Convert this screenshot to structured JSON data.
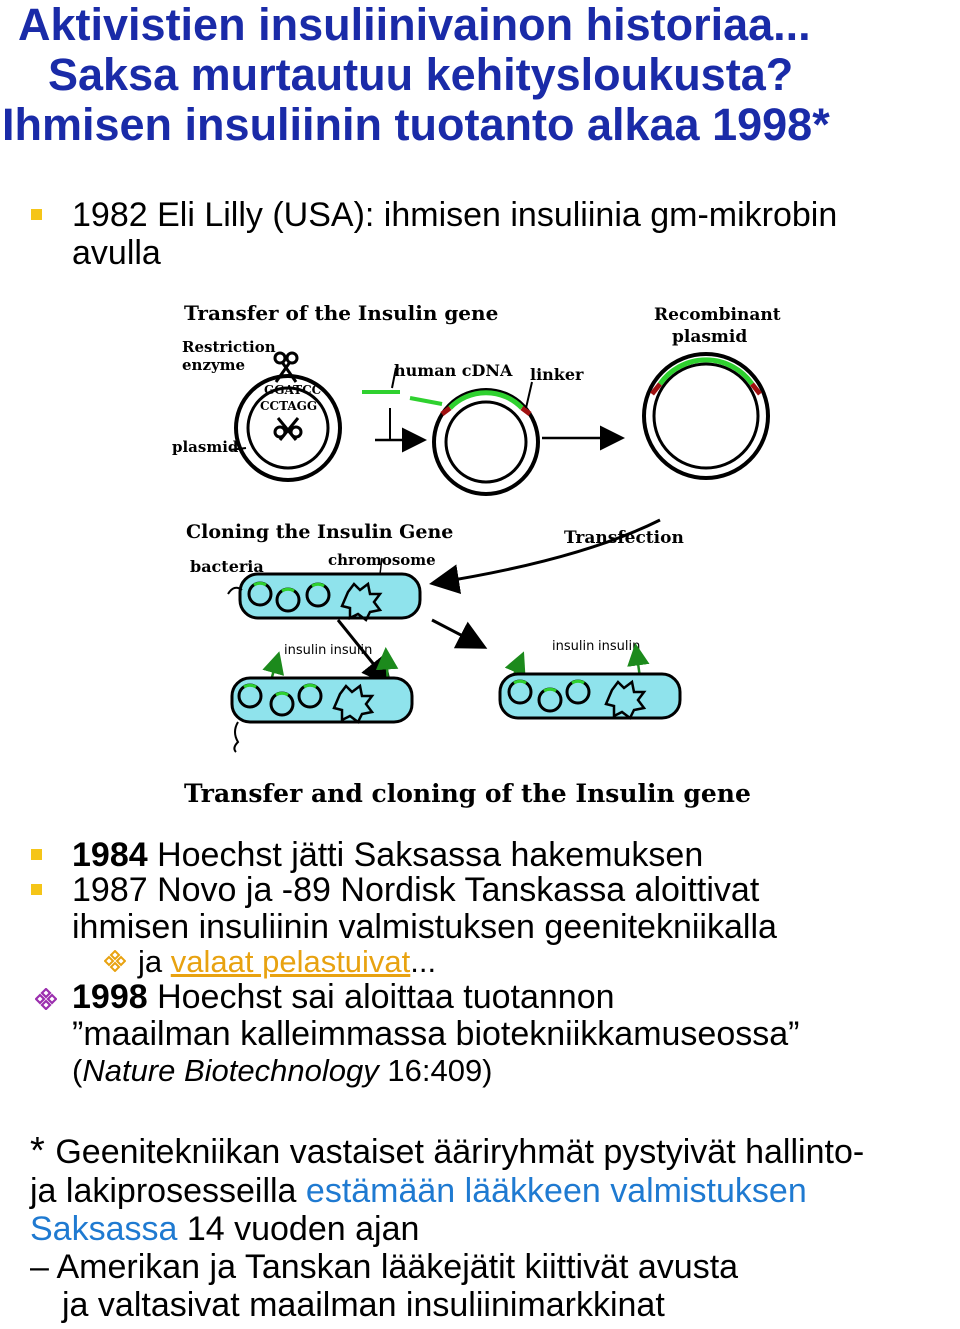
{
  "title": {
    "line1": "Aktivistien insuliinivainon historiaa...",
    "line2": "Saksa murtautuu kehitysloukusta?",
    "line3": "Ihmisen insuliinin tuotanto alkaa 1998*"
  },
  "bullets": {
    "b1_line1": "1982 Eli Lilly (USA): ihmisen insuliinia gm-mikrobin",
    "b1_line2": "avulla",
    "b2_year": "1984",
    "b2_text": " Hoechst jätti Saksassa hakemuksen",
    "b3_line1": "1987 Novo ja -89 Nordisk Tanskassa aloittivat",
    "b3_line2": "ihmisen insuliinin valmistuksen geenitekniikalla",
    "sub_ja": "ja ",
    "sub_link": "valaat pelastuivat",
    "sub_dots": "...",
    "b4_year": "1998",
    "b4_text": " Hoechst sai aloittaa tuotannon",
    "b4_line2": "”maailman kalleimmassa biotekniikkamuseossa”",
    "b4_paren_open": "(",
    "b4_journal": "Nature Biotechnology",
    "b4_ref": " 16:409)"
  },
  "footnote": {
    "star": "* ",
    "line1": "Geenitekniikan vastaiset ääriryhmät pystyivät hallinto-",
    "line2_a": "ja lakiprosesseilla ",
    "line2_b": "estämään lääkkeen valmistuksen",
    "line3_a": "Saksassa",
    "line3_b": " 14 vuoden ajan",
    "line4": "– Amerikan ja Tanskan lääkejätit kiittivät avusta",
    "line5": "ja valtasivat maailman insuliinimarkkinat"
  },
  "figure": {
    "transfer_title": "Transfer of the Insulin gene",
    "restriction": "Restriction",
    "enzyme": "enzyme",
    "ggatcc": "GGATCC",
    "cctagg": "CCTAGG",
    "plasmid": "plasmid",
    "human_cdna": "human cDNA",
    "linker": "linker",
    "recombinant": "Recombinant",
    "recombinant_plasmid": "plasmid",
    "cloning_title": "Cloning the Insulin Gene",
    "bacteria": "bacteria",
    "chromosome": "chromosome",
    "transfection": "Transfection",
    "insulin_a1": "insulin",
    "insulin_a2": "insulin",
    "insulin_b1": "insulin",
    "insulin_b2": "insulin",
    "caption": "Transfer and cloning of the Insulin gene"
  },
  "colors": {
    "title": "#1a2ba8",
    "square_bullet": "#f5c518",
    "diamond_bullet": "#9b2fae",
    "link": "#e8a210",
    "blue_text": "#1f7ad1",
    "bacteria_fill": "#8fe3ec",
    "gene_green": "#2fd12f"
  },
  "icons": {
    "square_bullet": "square-bullet-icon",
    "diamond_bullet": "diamond-bullet-icon"
  }
}
